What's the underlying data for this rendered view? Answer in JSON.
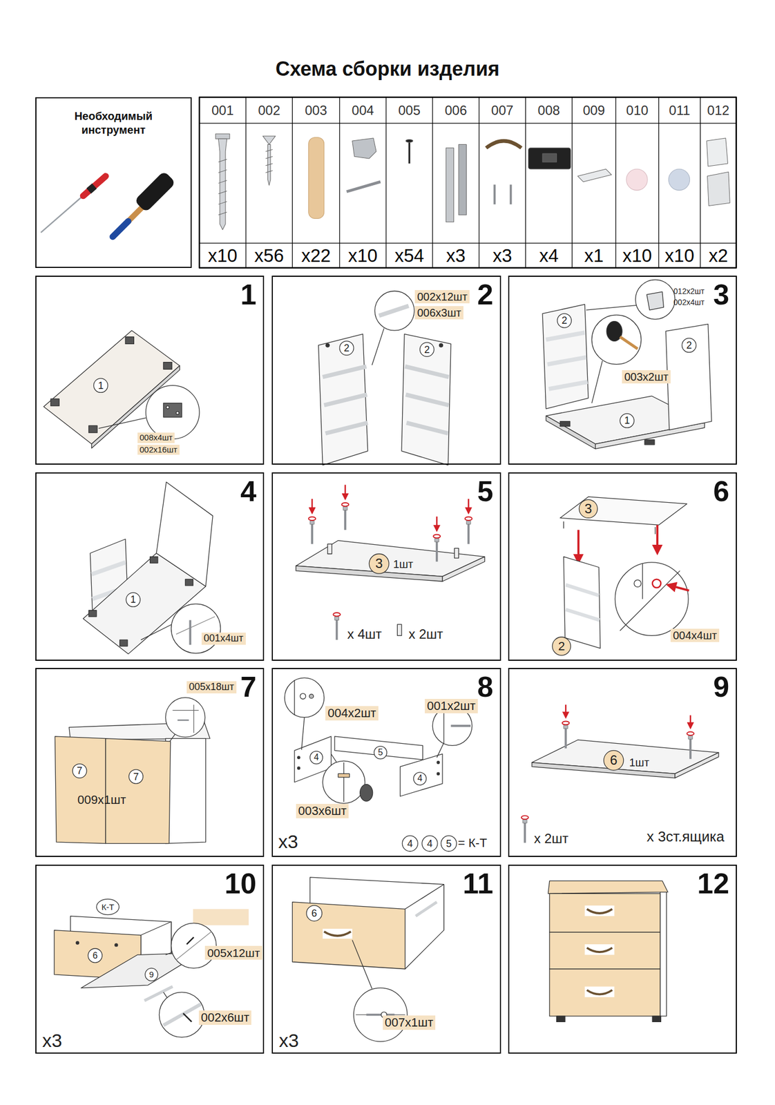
{
  "diagram": {
    "title": "Схема сборки изделия",
    "nodes": [
      {
        "text": [
          "Необходимый инструмент"
        ]
      },
      {
        "text": [
          "001",
          "x10"
        ]
      },
      {
        "text": [
          "002",
          "x56"
        ]
      },
      {
        "text": [
          "003",
          "x22"
        ]
      },
      {
        "text": [
          "004",
          "x10"
        ]
      },
      {
        "text": [
          "005",
          "x54"
        ]
      },
      {
        "text": [
          "006",
          "x3"
        ]
      },
      {
        "text": [
          "007",
          "x3"
        ]
      },
      {
        "text": [
          "008",
          "x4"
        ]
      },
      {
        "text": [
          "009",
          "x1"
        ]
      },
      {
        "text": [
          "010",
          "x10"
        ]
      },
      {
        "text": [
          "011",
          "x10"
        ]
      },
      {
        "text": [
          "012",
          "x2"
        ]
      },
      {
        "text": [
          "1"
        ]
      },
      {
        "text": [
          "2"
        ]
      },
      {
        "text": [
          "3"
        ]
      },
      {
        "text": [
          "4"
        ]
      },
      {
        "text": [
          "5"
        ]
      },
      {
        "text": [
          "6"
        ]
      },
      {
        "text": [
          "7"
        ]
      },
      {
        "text": [
          "8"
        ]
      },
      {
        "text": [
          "9"
        ]
      },
      {
        "text": [
          "10"
        ]
      },
      {
        "text": [
          "11"
        ]
      },
      {
        "text": [
          "12"
        ]
      }
    ],
    "labels": [
      "1",
      "008x4шт",
      "002x16шт",
      "002x12шт",
      "006x3шт",
      "2",
      "2",
      "012x2шт",
      "002x4шт",
      "2",
      "2",
      "1",
      "003x2шт",
      "1",
      "001x4шт",
      "3",
      "1шт",
      "x 4шт",
      "x 2шт",
      "3",
      "2",
      "004x4шт",
      "005x18шт",
      "7",
      "7",
      "009x1шт",
      "004x2шт",
      "001x2шт",
      "4",
      "5",
      "4",
      "003x6шт",
      "x3",
      "4",
      "4",
      "5",
      "= К-Т",
      "6",
      "1шт",
      "x 2шт",
      "x 3ст.ящика",
      "К-Т",
      "6",
      "9",
      "005x12шт",
      "002x6шт",
      "x3",
      "6",
      "007x1шт",
      "x3"
    ]
  }
}
